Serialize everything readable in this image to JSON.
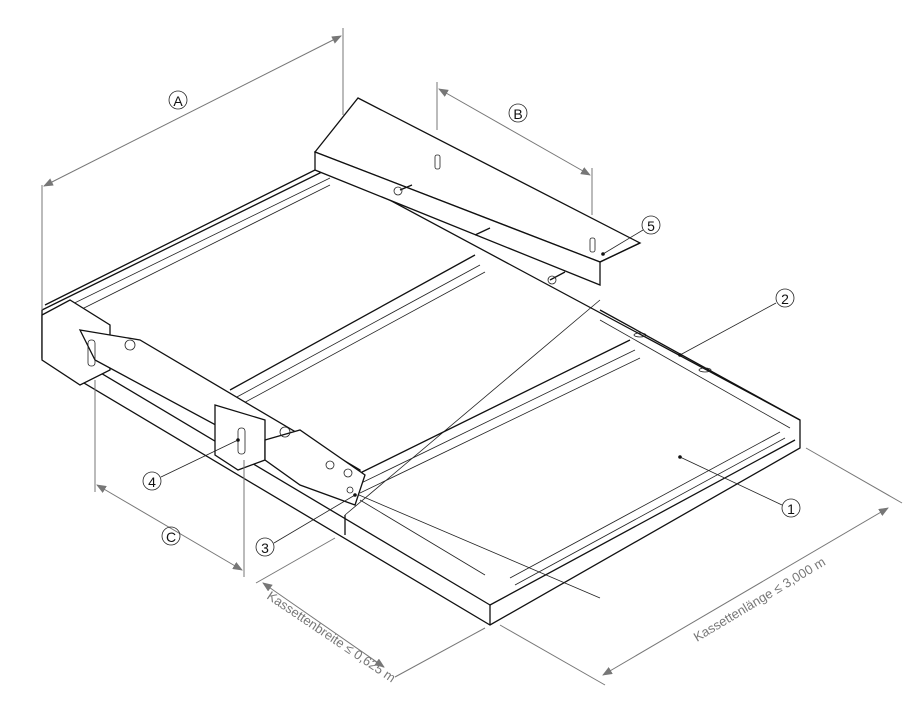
{
  "callouts": {
    "a": "A",
    "b": "B",
    "c": "C",
    "n1": "1",
    "n2": "2",
    "n3": "3",
    "n4": "4",
    "n5": "5"
  },
  "dimensions": {
    "width": "Kassettenbreite ≤ 0,625 m",
    "length": "Kassettenlänge ≤ 3,000 m"
  },
  "colors": {
    "line": "#111111",
    "dimension": "#777777"
  }
}
